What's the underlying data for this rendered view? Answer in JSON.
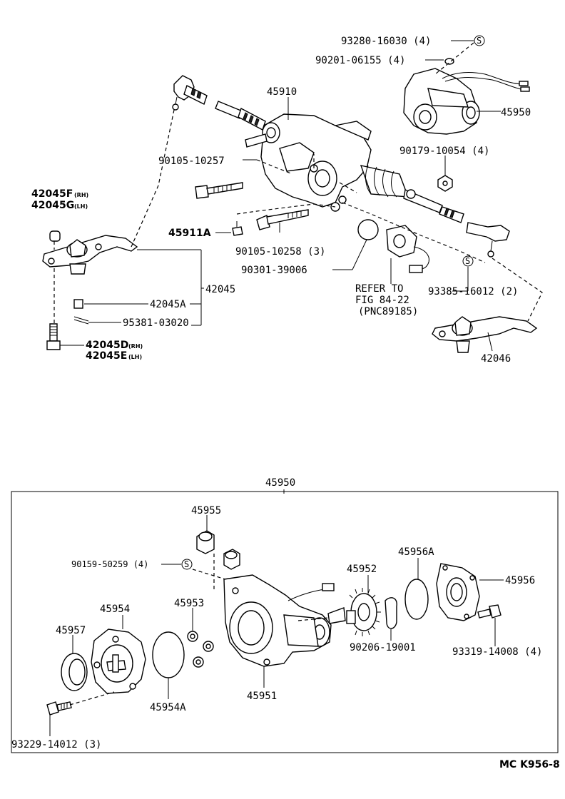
{
  "labels": {
    "p93280": "93280-16030 (4)",
    "p90201": "90201-06155 (4)",
    "p45910": "45910",
    "p45950_top": "45950",
    "p90105_10257": "90105-10257",
    "p90179": "90179-10054 (4)",
    "p42045F": "42045F",
    "p42045G": "42045G",
    "rh": "(RH)",
    "lh": "(LH)",
    "p45911A": "45911A",
    "p90105_10258": "90105-10258 (3)",
    "p90301": "90301-39006",
    "p42045": "42045",
    "p42045A": "42045A",
    "p95381": "95381-03020",
    "p42045D": "42045D",
    "p42045E": "42045E",
    "refer1": "REFER TO",
    "refer2": "FIG 84-22",
    "refer3": "(PNC89185)",
    "p93385": "93385-16012 (2)",
    "p42046": "42046",
    "p45950_box": "45950",
    "p45955": "45955",
    "p90159": "90159-50259 (4)",
    "p45952": "45952",
    "p45956A": "45956A",
    "p45956": "45956",
    "p45954": "45954",
    "p45953": "45953",
    "p45957": "45957",
    "p90206": "90206-19001",
    "p93319": "93319-14008 (4)",
    "p45954A": "45954A",
    "p45951": "45951",
    "p93229": "93229-14012 (3)",
    "s_symbol": "S",
    "drawing_code": "MC K956-8"
  }
}
